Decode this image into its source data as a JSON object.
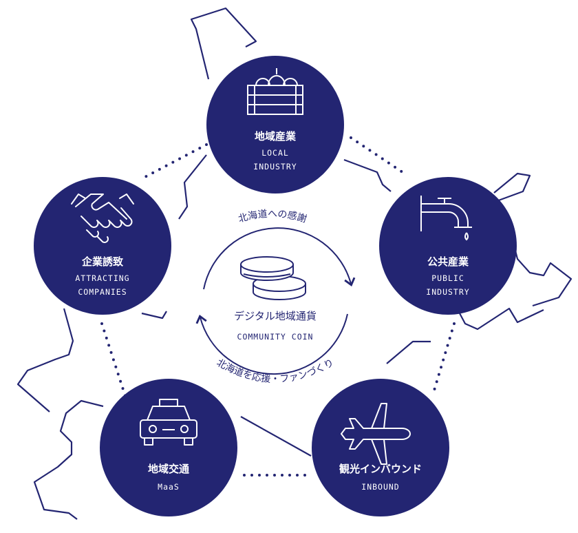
{
  "colors": {
    "navy": "#232572",
    "white": "#ffffff"
  },
  "nodes": {
    "local_industry": {
      "title": "地域産業",
      "sub1": "LOCAL",
      "sub2": "INDUSTRY",
      "icon": "produce-crate-icon"
    },
    "public_industry": {
      "title": "公共産業",
      "sub1": "PUBLIC",
      "sub2": "INDUSTRY",
      "icon": "water-faucet-icon"
    },
    "inbound": {
      "title": "観光インバウンド",
      "sub1": "INBOUND",
      "icon": "airplane-icon"
    },
    "maas": {
      "title": "地域交通",
      "sub1": "MaaS",
      "icon": "taxi-icon"
    },
    "attracting_companies": {
      "title": "企業誘致",
      "sub1": "ATTRACTING",
      "sub2": "COMPANIES",
      "icon": "handshake-icon"
    }
  },
  "center": {
    "title": "デジタル地域通貨",
    "sub": "COMMUNITY COIN",
    "icon": "coins-icon",
    "arc_top": "北海道への感謝",
    "arc_bottom": "北海道を応援・ファンづくり"
  }
}
